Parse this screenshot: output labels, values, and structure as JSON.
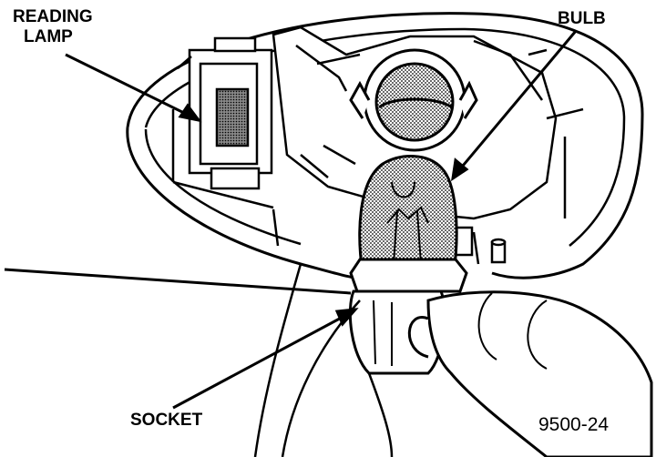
{
  "labels": {
    "reading_lamp_line1": "READING",
    "reading_lamp_line2": "LAMP",
    "bulb": "BULB",
    "socket": "SOCKET",
    "figure_number": "9500-24"
  }
}
